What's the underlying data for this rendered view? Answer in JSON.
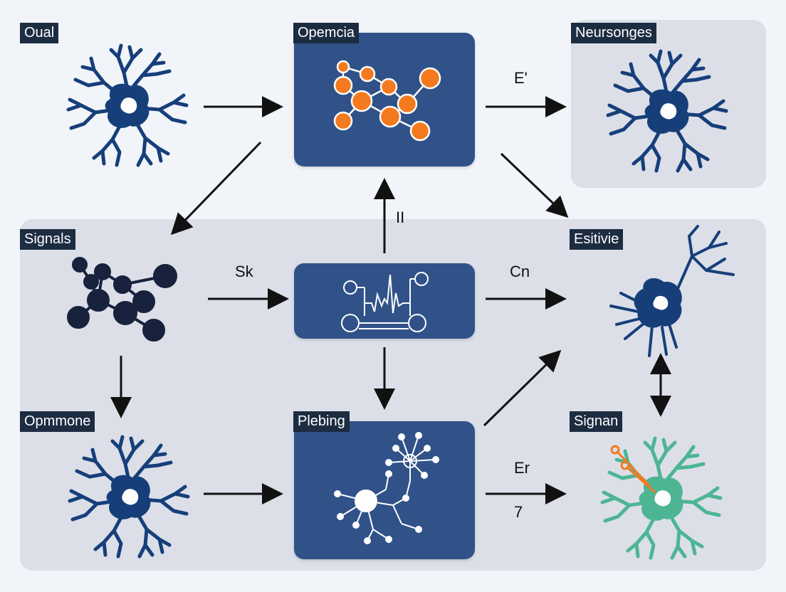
{
  "labels": {
    "oual": "Oual",
    "opemcia": "Opemcia",
    "neursonges": "Neursonges",
    "signals": "Signals",
    "estivie": "Esitivie",
    "opmmone": "Opmmone",
    "plebing": "Plebing",
    "signan": "Signan"
  },
  "edge_labels": {
    "e_prime": "E'",
    "ii": "II",
    "sk": "Sk",
    "cn": "Cn",
    "er": "Er",
    "seven": "7"
  },
  "colors": {
    "background": "#f1f4f9",
    "panel": "#dcdfe8",
    "box": "#305288",
    "label_bg": "#1c2c41",
    "neuron_blue": "#163f7a",
    "neuron_green": "#4db594",
    "molecule_orange": "#f47a1f",
    "molecule_dark": "#18223d",
    "arrow": "#111111"
  },
  "icons": {
    "oual": "neuron-icon",
    "opemcia": "molecule-network-icon",
    "neursonges": "neuron-icon",
    "signals": "molecule-network-icon",
    "center": "signal-waveform-icon",
    "estivie": "damaged-neuron-icon",
    "opmmone": "neuron-icon",
    "plebing": "neural-network-icon",
    "signan": "probed-neuron-icon"
  }
}
